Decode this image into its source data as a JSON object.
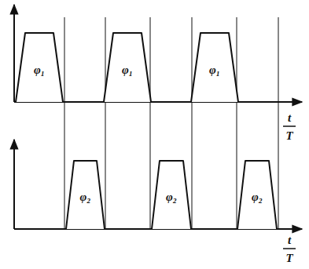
{
  "diagram": {
    "nodes": [
      {
        "text": [
          "φ₁"
        ]
      },
      {
        "text": [
          "φ₁"
        ]
      },
      {
        "text": [
          "φ₁"
        ]
      },
      {
        "text": [
          "φ₂"
        ]
      },
      {
        "text": [
          "φ₂"
        ]
      },
      {
        "text": [
          "φ₂"
        ]
      }
    ],
    "labels": [
      "t",
      "T",
      "t",
      "T"
    ]
  }
}
